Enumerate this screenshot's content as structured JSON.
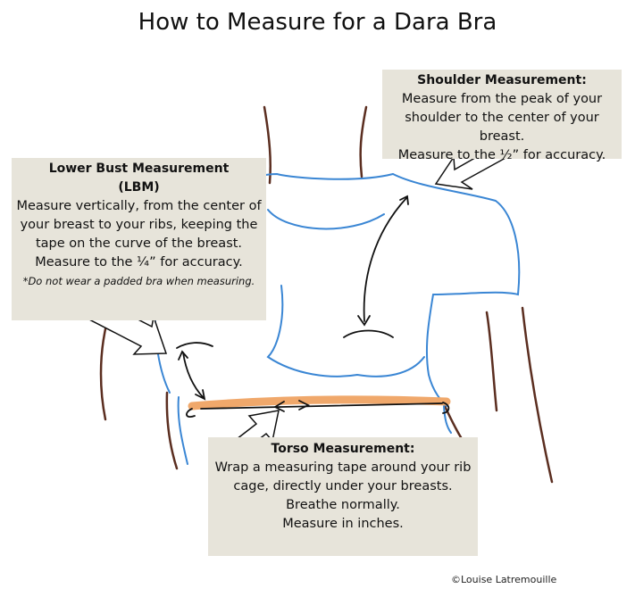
{
  "title": "How to Measure for a Dara Bra",
  "shoulder": {
    "heading": "Shoulder Measurement:",
    "lines": [
      "Measure from the peak of your",
      "shoulder to the center of your breast.",
      "Measure to the ½” for accuracy."
    ]
  },
  "lbm": {
    "heading": "Lower Bust Measurement",
    "subheading": "(LBM)",
    "lines": [
      "Measure vertically, from the center of",
      "your breast to your ribs, keeping the",
      "tape on the curve of the breast.",
      "Measure to the ¼” for accuracy."
    ],
    "note": "*Do not wear a padded bra when measuring."
  },
  "torso": {
    "heading": "Torso Measurement:",
    "lines": [
      "Wrap a measuring tape around your rib",
      "cage, directly under your breasts.",
      "Breathe normally.",
      "Measure in inches."
    ]
  },
  "credit": "©Louise Latremouille",
  "colors": {
    "outline": "#5b2e20",
    "guide": "#3a86d4",
    "tape": "#f0a86b",
    "box": "#e7e4da",
    "arrow": "#111111"
  }
}
